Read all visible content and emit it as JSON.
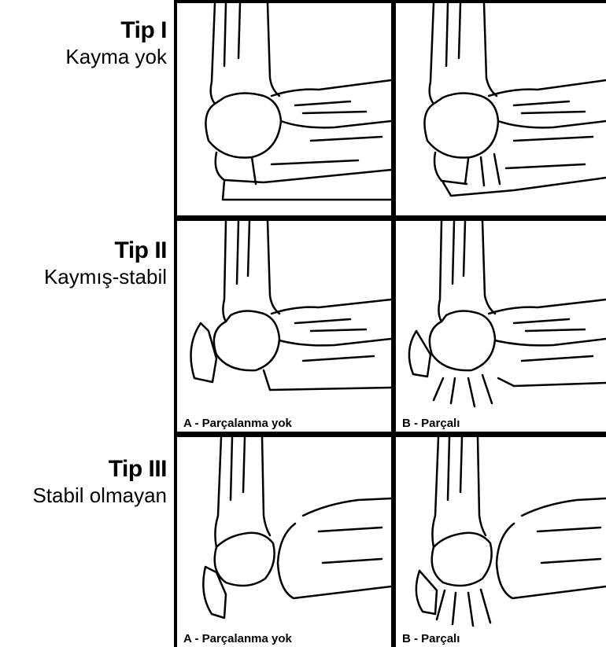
{
  "rows": [
    {
      "title": "Tip I",
      "subtitle": "Kayma yok"
    },
    {
      "title": "Tip II",
      "subtitle": "Kaymış-stabil"
    },
    {
      "title": "Tip III",
      "subtitle": "Stabil olmayan"
    }
  ],
  "captions": {
    "row2_a": "A - Parçalanma yok",
    "row2_b": "B - Parçalı",
    "row3_a": "A - Parçalanma yok",
    "row3_b": "B - Parçalı"
  }
}
